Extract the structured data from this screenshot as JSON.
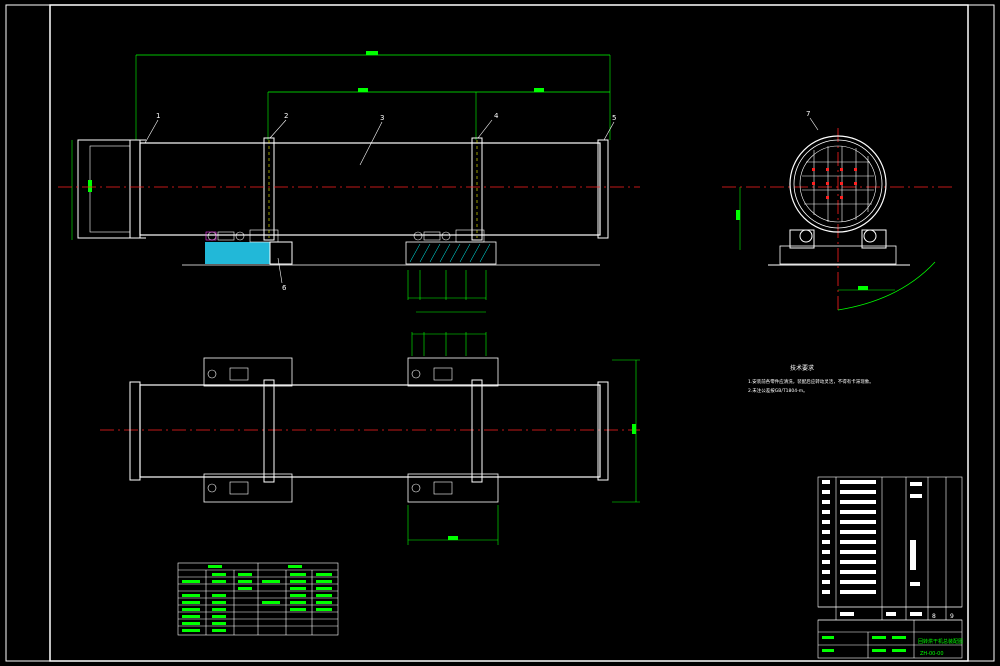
{
  "colors": {
    "background": "#000000",
    "frame": "#ffffff",
    "dimension": "#00ff00",
    "centerline": "#ff2020",
    "body": "#ffffff",
    "support": "#ffff00",
    "hatch": "#00ffff",
    "foundation_fill": "#22b8d8",
    "accent": "#ff40ff"
  },
  "notes": {
    "title": "技术要求",
    "line1": "1.安装前各零件应清洗，装配后应转动灵活，不得有卡滞现象。",
    "line2": "2.未注公差按GB/T1804-m。"
  },
  "balloons": [
    "1",
    "2",
    "3",
    "4",
    "5",
    "6",
    "7",
    "8",
    "9"
  ],
  "title_block": {
    "drawing_name": "回转烘干机总装配图",
    "drawing_no": "ZH-00-00"
  }
}
